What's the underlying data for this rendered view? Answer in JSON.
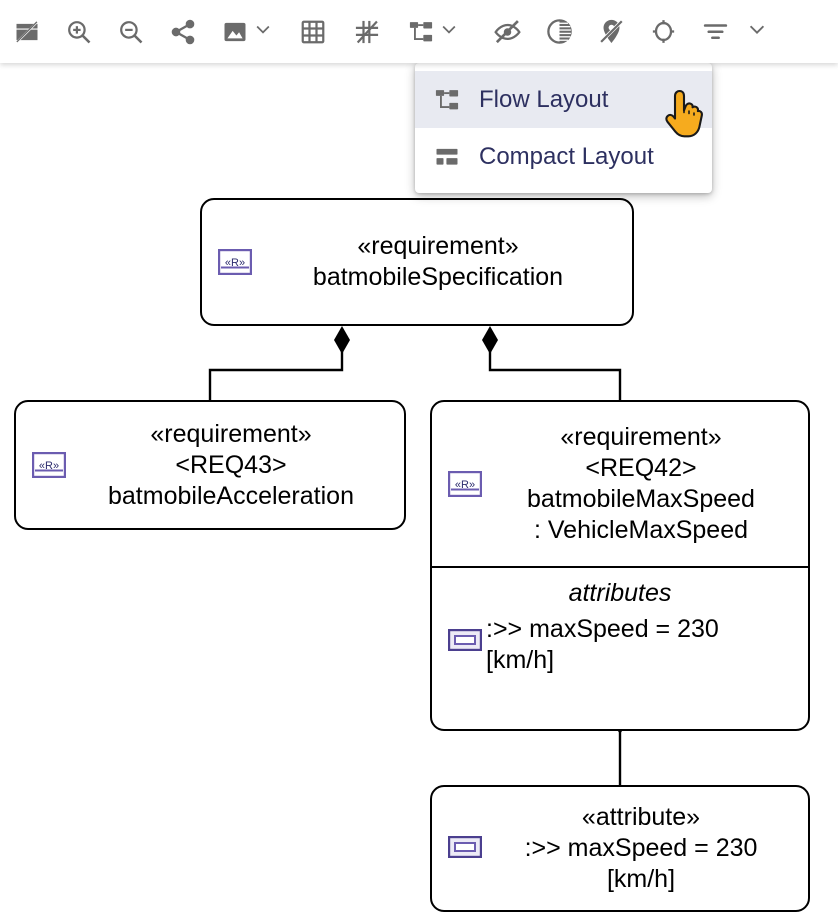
{
  "toolbar": {
    "buttons": [
      {
        "name": "fit-to-screen-off-icon",
        "icon": "card-crossed"
      },
      {
        "name": "zoom-in-icon",
        "icon": "zoom-in"
      },
      {
        "name": "zoom-out-icon",
        "icon": "zoom-out"
      },
      {
        "name": "share-icon",
        "icon": "share"
      },
      {
        "name": "export-image-icon",
        "icon": "image"
      },
      {
        "name": "export-image-chevron-icon",
        "icon": "chevron-down"
      },
      {
        "name": "grid-icon",
        "icon": "grid"
      },
      {
        "name": "snap-lines-icon",
        "icon": "snap-lines"
      },
      {
        "name": "layout-icon",
        "icon": "hierarchy"
      },
      {
        "name": "layout-chevron-icon",
        "icon": "chevron-down"
      },
      {
        "name": "hide-elements-icon",
        "icon": "eye-off"
      },
      {
        "name": "contrast-icon",
        "icon": "contrast"
      },
      {
        "name": "pin-off-icon",
        "icon": "pin-off"
      },
      {
        "name": "center-target-icon",
        "icon": "target"
      },
      {
        "name": "filter-icon",
        "icon": "filter"
      },
      {
        "name": "overflow-chevron-icon",
        "icon": "chevron-down"
      }
    ],
    "icon_color": "#6b6b6b"
  },
  "layout_menu": {
    "items": [
      {
        "label": "Flow Layout",
        "icon": "hierarchy-layout-icon",
        "active": true
      },
      {
        "label": "Compact Layout",
        "icon": "compact-layout-icon",
        "active": false
      }
    ],
    "text_color": "#2d3060",
    "highlight_color": "#e8eaf1"
  },
  "cursor": {
    "type": "pointing-hand",
    "color": "#f6ab1e"
  },
  "diagram": {
    "accent_color": "#6b5cb0",
    "nodes": {
      "spec": {
        "stereotype": "«requirement»",
        "name": "batmobileSpecification",
        "badge": "requirement-badge"
      },
      "req43": {
        "stereotype": "«requirement»",
        "id": "<REQ43>",
        "name": "batmobileAcceleration",
        "badge": "requirement-badge"
      },
      "req42": {
        "stereotype": "«requirement»",
        "id": "<REQ42>",
        "name": "batmobileMaxSpeed",
        "type": ": VehicleMaxSpeed",
        "badge": "requirement-badge",
        "compartment_title": "attributes",
        "attribute_line1": ":>> maxSpeed = 230",
        "attribute_line2": "[km/h]",
        "attribute_badge": "attribute-badge"
      },
      "attr": {
        "stereotype": "«attribute»",
        "line1": ":>> maxSpeed = 230",
        "line2": "[km/h]",
        "badge": "attribute-badge"
      }
    },
    "edges": [
      {
        "name": "composition-spec-to-req43",
        "kind": "composition",
        "marker": "filled-diamond"
      },
      {
        "name": "composition-spec-to-req42",
        "kind": "composition",
        "marker": "filled-diamond"
      },
      {
        "name": "aggregation-req42-to-attribute",
        "kind": "aggregation",
        "marker": "hollow-diamond"
      }
    ]
  }
}
